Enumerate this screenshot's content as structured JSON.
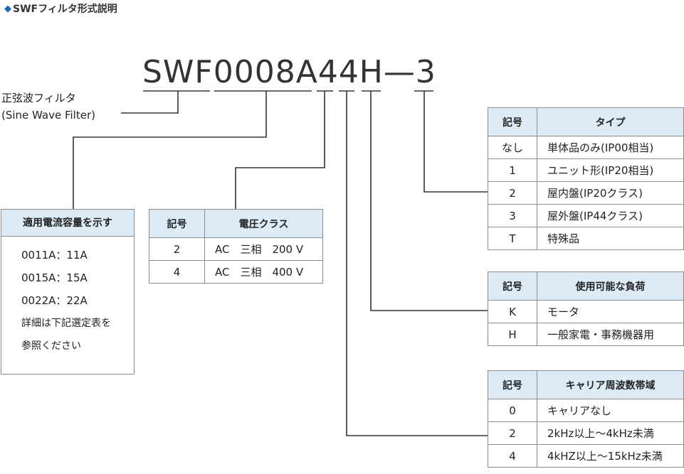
{
  "heading": "SWFフィルタ形式説明",
  "model": "SWF0008A44H—3",
  "sine_wave": {
    "line1": "正弦波フィルタ",
    "line2": "(Sine Wave Filter)"
  },
  "current_panel": {
    "title": "適用電流容量を示す",
    "lines": [
      "0011A：11A",
      "0015A：15A",
      "0022A：22A",
      "詳細は下記選定表を",
      "参照ください"
    ]
  },
  "voltage_table": {
    "headers": [
      "記号",
      "電圧クラス"
    ],
    "rows": [
      {
        "code": "2",
        "desc": "AC　三相　200 V"
      },
      {
        "code": "4",
        "desc": "AC　三相　400 V"
      }
    ]
  },
  "type_table": {
    "headers": [
      "記号",
      "タイプ"
    ],
    "rows": [
      {
        "code": "なし",
        "desc": "単体品のみ(IP00相当)"
      },
      {
        "code": "1",
        "desc": "ユニット形(IP20相当)"
      },
      {
        "code": "2",
        "desc": "屋内盤(IP20クラス)"
      },
      {
        "code": "3",
        "desc": "屋外盤(IP44クラス)"
      },
      {
        "code": "T",
        "desc": "特殊品"
      }
    ]
  },
  "load_table": {
    "headers": [
      "記号",
      "使用可能な負荷"
    ],
    "rows": [
      {
        "code": "K",
        "desc": "モータ"
      },
      {
        "code": "H",
        "desc": "一般家電・事務機器用"
      }
    ]
  },
  "carrier_table": {
    "headers": [
      "記号",
      "キャリア周波数帯域"
    ],
    "rows": [
      {
        "code": "0",
        "desc": "キャリアなし"
      },
      {
        "code": "2",
        "desc": "2kHz以上～4kHz未満"
      },
      {
        "code": "4",
        "desc": "4kHZ以上～15kHz未満"
      }
    ]
  }
}
